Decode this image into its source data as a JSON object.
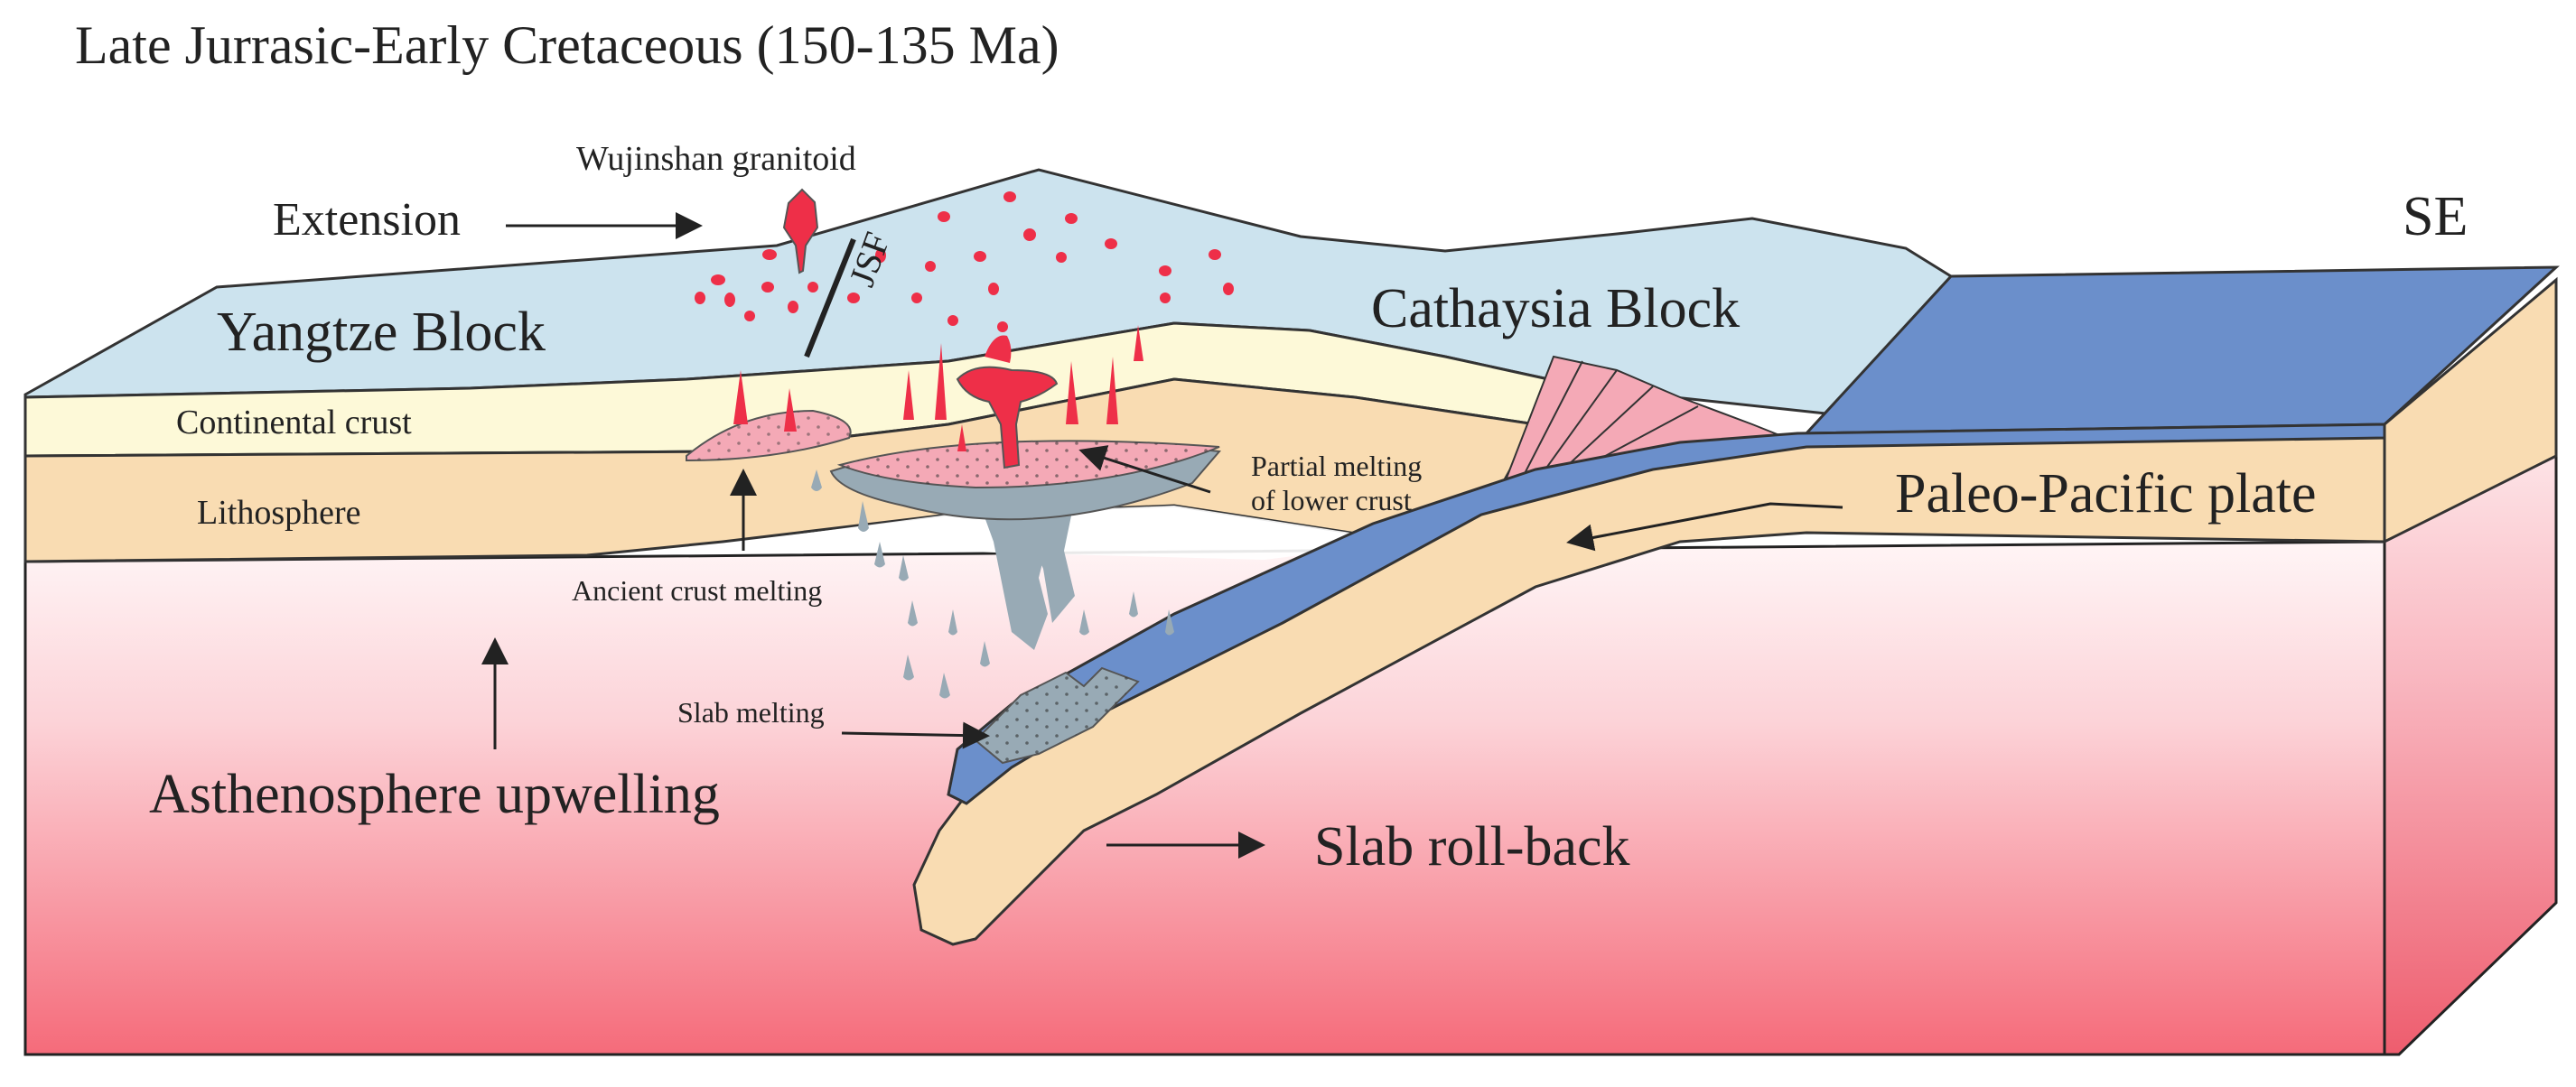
{
  "title": "Late Jurrasic-Early Cretaceous (150-135 Ma)",
  "labels": {
    "extension": "Extension",
    "wujinshan_granitoid": "Wujinshan granitoid",
    "jsf": "JSF",
    "yangtze_block": "Yangtze Block",
    "cathaysia_block": "Cathaysia Block",
    "se": "SE",
    "continental_crust": "Continental crust",
    "lithosphere": "Lithosphere",
    "partial_melting_line1": "Partial melting",
    "partial_melting_line2": "of lower crust",
    "ancient_crust_melting": "Ancient crust melting",
    "paleo_pacific_plate": "Paleo-Pacific plate",
    "slab_melting": "Slab melting",
    "asthenosphere_upwelling": "Asthenosphere upwelling",
    "slab_roll_back": "Slab roll-back"
  },
  "colors": {
    "upper_crust": "#cce3ee",
    "continental_crust": "#fdf9d8",
    "lithosphere": "#f9dcb2",
    "oceanic_crust": "#6b8fcb",
    "granite_melt": "#ee2f48",
    "pink_melt": "#f4a9b6",
    "slab_melt": "#98aab5",
    "asthenosphere_top": "#fff3f4",
    "asthenosphere_bottom": "#f7707e"
  }
}
